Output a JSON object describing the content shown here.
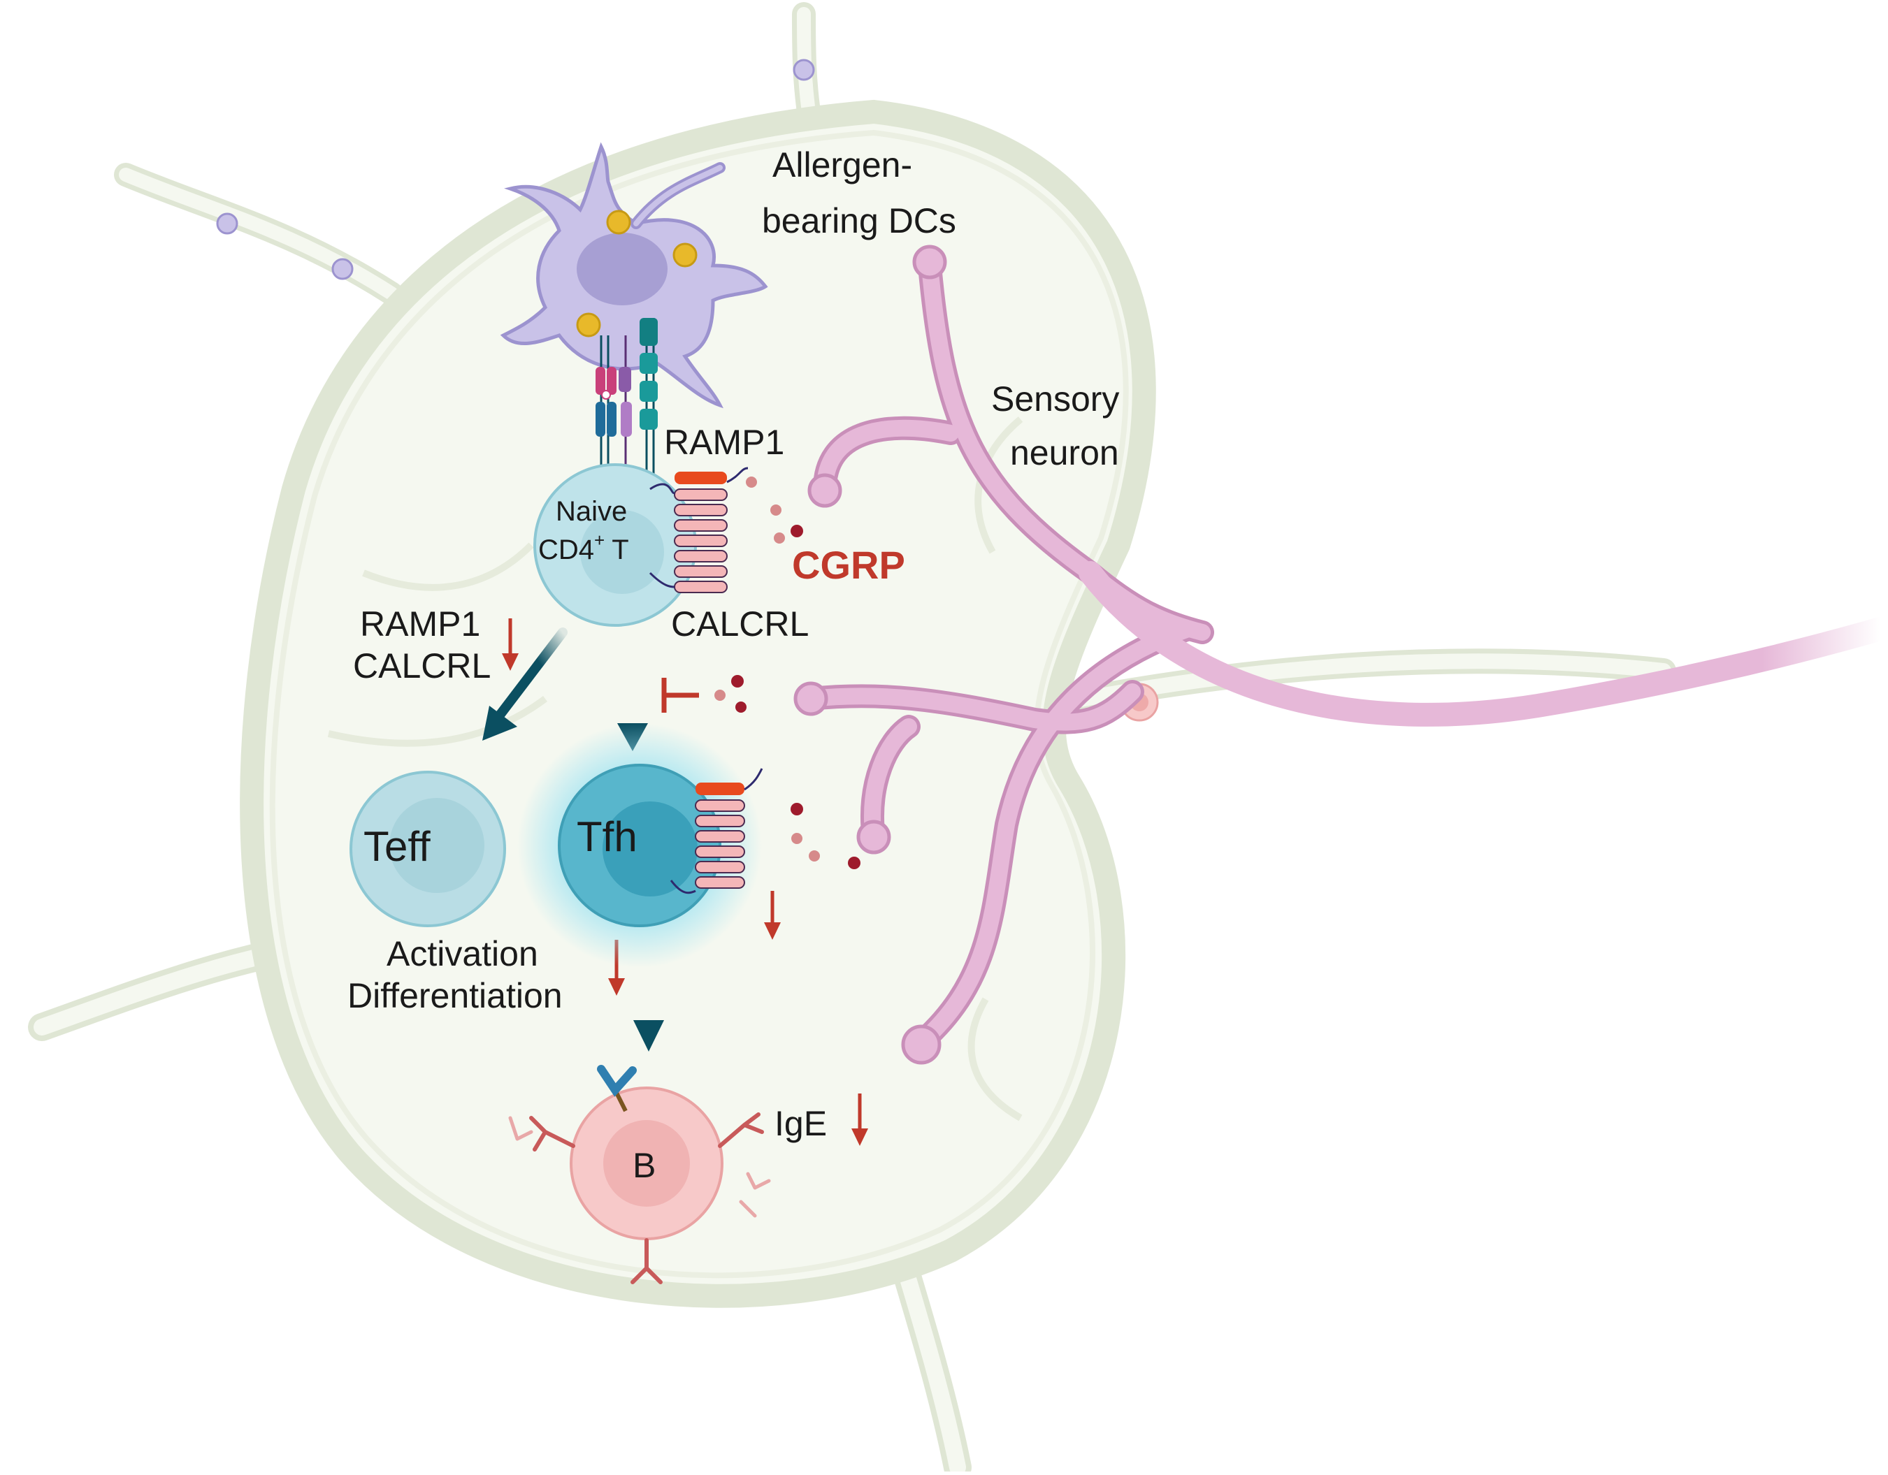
{
  "labels": {
    "allergen_line1": "Allergen-",
    "allergen_line2": "bearing DCs",
    "sensory_line1": "Sensory",
    "sensory_line2": "neuron",
    "ramp1": "RAMP1",
    "naive_line1": "Naive",
    "naive_line2_main": "CD4",
    "naive_line2_sup": "+",
    "naive_line2_end": "T",
    "cgrp": "CGRP",
    "calcrl": "CALCRL",
    "down_ramp1": "RAMP1",
    "down_calcrl": "CALCRL",
    "teff": "Teff",
    "tfh": "Tfh",
    "activation": "Activation",
    "differentiation": "Differentiation",
    "b_cell": "B",
    "ige": "IgE"
  },
  "colors": {
    "lymph_node_fill": "#f5f8f0",
    "lymph_node_stroke": "#d4dcc6",
    "dc_fill": "#c9c2e8",
    "dc_nucleus": "#a79fd3",
    "allergen": "#e8b92a",
    "naive_cell": "#bfe3ea",
    "teff_cell": "#b9dde5",
    "tfh_cell": "#58b6cc",
    "tfh_glow": "#9fe3f2",
    "b_cell": "#f7c9c9",
    "neuron": "#e6b8d8",
    "neuron_stroke": "#c98fb9",
    "calcrl_segment": "#f4b6b8",
    "ramp1_bar": "#e84a1e",
    "cgrp_dot_dark": "#9e1b2c",
    "cgrp_dot_light": "#d68a8a",
    "arrow_main": "#0b4f61",
    "arrow_down": "#c0392b",
    "antibody": "#c85a5a"
  }
}
